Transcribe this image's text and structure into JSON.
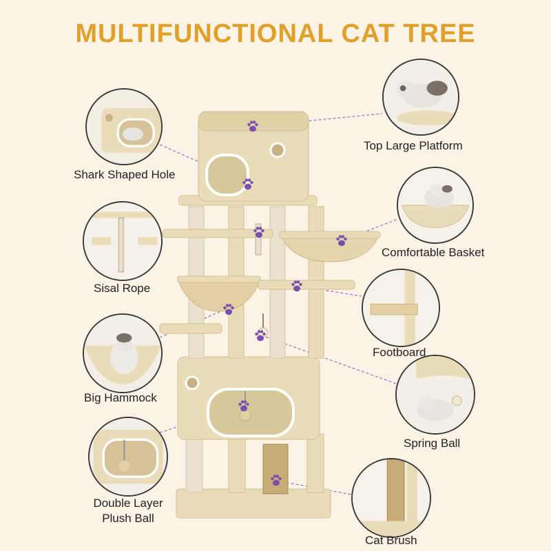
{
  "title": "MULTIFUNCTIONAL CAT TREE",
  "colors": {
    "title": "#e0a02a",
    "plush": "#eadcb8",
    "plush_dark": "#d9c79c",
    "sisal": "#e9e1cc",
    "paw": "#7b4fb0",
    "background": "#fbf3e6"
  },
  "features": [
    {
      "label": "Top Large Platform"
    },
    {
      "label": "Shark Shaped Hole"
    },
    {
      "label": "Comfortable Basket"
    },
    {
      "label": "Sisal Rope"
    },
    {
      "label": "Footboard"
    },
    {
      "label": "Big Hammock"
    },
    {
      "label": "Spring Ball"
    },
    {
      "label": "Double Layer Plush Ball"
    },
    {
      "label": "Cat Brush"
    }
  ],
  "icons": [
    "paw-icon"
  ]
}
